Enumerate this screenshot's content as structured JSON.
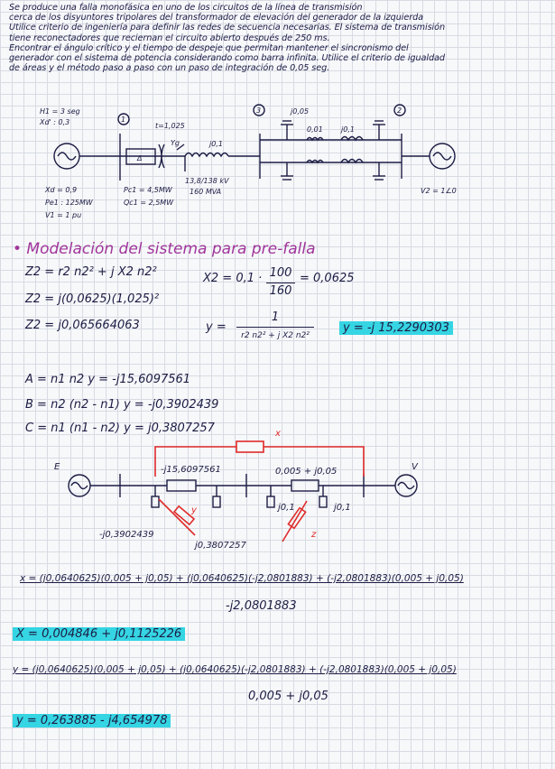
{
  "problem": {
    "lines": [
      "Se produce una falla monofásica en uno de los circuitos de la línea de transmisión",
      "cerca de los disyuntores tripolares del transformador de elevación del generador de la izquierda",
      "Utilice criterio de ingeniería para definir las redes de secuencia necesarias. El sistema de transmisión",
      "tiene reconectadores que reciernan el circuito abierto después de 250 ms.",
      "Encontrar el ángulo crítico y el tiempo de despeje que permitan mantener el sincronismo del",
      "generador con el sistema de potencia considerando como barra infinita. Utilice el criterio de igualdad",
      "de áreas y el método paso a paso con un paso de integración de 0,05 seg."
    ]
  },
  "circuit": {
    "gen_params": [
      "H1 = 3 seg",
      "Xd' : 0,3"
    ],
    "gen_params2": [
      "Xd = 0,9",
      "Pe1 : 125MW",
      "V1 = 1 pu"
    ],
    "bus1": "1",
    "bus2": "2",
    "bus3": "3",
    "t_label": "t=1,025",
    "delta": "Δ",
    "y_label": "Yg",
    "pc_labels": [
      "Pc1 = 4,5MW",
      "Qc1 = 2,5MW"
    ],
    "trafo_labels": [
      "13,8/138 kV",
      "160 MVA"
    ],
    "xt_label": "j0,1",
    "cap_top": "j0,05",
    "r_label": "0,01",
    "x_label": "j0,1",
    "v2_label": "V2 = 1∠0"
  },
  "section_title": "• Modelación del sistema para pre-falla",
  "eqs": {
    "z2_a": "Z2 = r2 n2² + j X2 n2²",
    "x2": "X2 = 0,1 · 100 / 160 = 0,0625",
    "x2_lhs": "X2 = 0,1 ·",
    "x2_num": "100",
    "x2_den": "160",
    "x2_res": "= 0,0625",
    "z2_b": "Z2 = j(0,0625)(1,025)²",
    "z2_c": "Z2 = j0,065664063",
    "y_lhs": "y =",
    "y_num": "1",
    "y_den": "r2 n2² + j X2 n2²",
    "y_res": "y = -j 15,2290303",
    "A": "A = n1 n2 y = -j15,6097561",
    "B": "B = n2 (n2 - n1) y = -j0,3902439",
    "C": "C = n1 (n1 - n2) y = j0,3807257"
  },
  "circuit2": {
    "E": "E",
    "V": "V",
    "x_red": "x",
    "y_red": "y",
    "z_red": "z",
    "series": "-j15,6097561",
    "line": "0,005 + j0,05",
    "shunt_left": "-j0,3902439",
    "shunt_mid": "j0,3807257",
    "shunt_a": "j0,1",
    "shunt_b": "j0,1"
  },
  "results": {
    "x_num": "x = (j0,0640625)(0,005 + j0,05) + (j0,0640625)(-j2,0801883) + (-j2,0801883)(0,005 + j0,05)",
    "x_den": "-j2,0801883",
    "x_res": "X = 0,004846 + j0,1125226",
    "y_num": "y = (j0,0640625)(0,005 + j0,05) + (j0,0640625)(-j2,0801883) + (-j2,0801883)(0,005 + j0,05)",
    "y_den": "0,005 + j0,05",
    "y_res": "y = 0,263885 - j4,654978"
  },
  "colors": {
    "ink": "#1c1c44",
    "title": "#a0359b",
    "highlight": "#35d5e3",
    "red": "#e02a2a"
  }
}
